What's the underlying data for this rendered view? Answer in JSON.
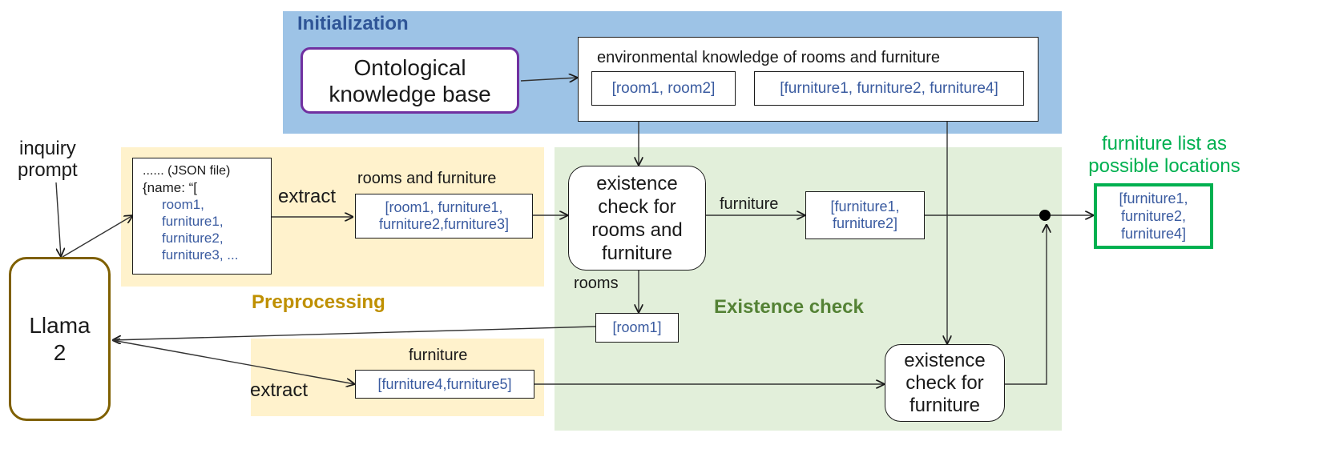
{
  "colors": {
    "init_bg": "#9dc3e6",
    "init_title": "#2f5597",
    "pre_bg": "#fff2cc",
    "pre_title": "#bf9000",
    "exist_bg": "#e2efda",
    "exist_title": "#548235",
    "kb_border": "#7030a0",
    "llama_border": "#7f6000",
    "result_border": "#00b050",
    "result_title": "#00b050",
    "item_text": "#3a5ba0"
  },
  "regions": {
    "initialization": "Initialization",
    "preprocessing": "Preprocessing",
    "existence_check": "Existence check"
  },
  "nodes": {
    "ontology": [
      "Ontological",
      "knowledge base"
    ],
    "env_knowledge": {
      "label": "environmental knowledge of rooms and furniture",
      "rooms": "[room1, room2]",
      "furniture": "[furniture1, furniture2, furniture4]"
    },
    "inquiry_prompt": [
      "inquiry",
      "prompt"
    ],
    "llama": [
      "Llama",
      "2"
    ],
    "json_file": {
      "header": "......  (JSON file)",
      "open": "{name: “[",
      "items": [
        "room1,",
        "furniture1,",
        "furniture2,",
        "furniture3, ..."
      ]
    },
    "extract_top": "extract",
    "extract_bottom": "extract",
    "rooms_furniture_label": "rooms and furniture",
    "rooms_furniture_list": [
      "[room1, furniture1,",
      "furniture2,furniture3]"
    ],
    "existence_check_rooms_furniture": [
      "existence",
      "check for",
      "rooms and",
      "furniture"
    ],
    "furniture_edge_label": "furniture",
    "furniture_list_1": [
      "[furniture1,",
      "furniture2]"
    ],
    "rooms_edge_label": "rooms",
    "room_list": "[room1]",
    "furniture_label_bottom": "furniture",
    "furniture_list_2": "[furniture4,furniture5]",
    "existence_check_furniture": [
      "existence",
      "check for",
      "furniture"
    ],
    "result_title": [
      "furniture list as",
      "possible locations"
    ],
    "result_list": [
      "[furniture1,",
      "furniture2,",
      "furniture4]"
    ]
  }
}
